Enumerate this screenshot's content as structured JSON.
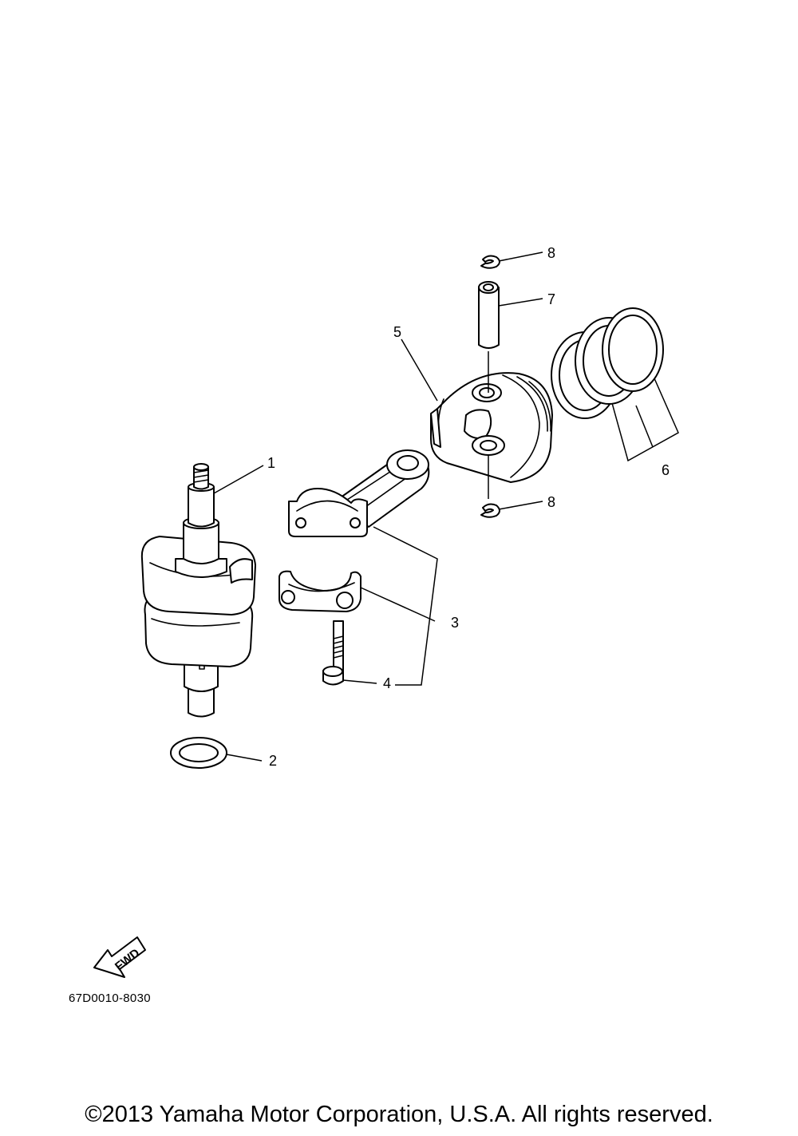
{
  "callouts": {
    "c1": "1",
    "c2": "2",
    "c3": "3",
    "c4": "4",
    "c5": "5",
    "c6": "6",
    "c7": "7",
    "c8_top": "8",
    "c8_bottom": "8"
  },
  "fwd_label": "FWD",
  "diagram_code": "67D0010-8030",
  "copyright": "©2013 Yamaha Motor Corporation, U.S.A. All rights reserved."
}
